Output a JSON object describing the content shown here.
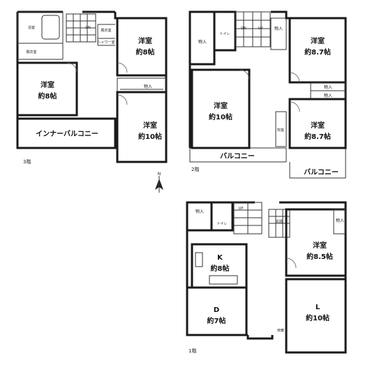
{
  "floor3": {
    "floor_label": "3階",
    "bath": "浴室",
    "dressing": "脱衣室",
    "stair_dn": "DN",
    "closet_small": "脱衣室",
    "shower": "シャワー室",
    "room_tr_label": "洋室",
    "room_tr_size": "約8帖",
    "room_left_label": "洋室",
    "room_left_size": "約8帖",
    "storage": "物入",
    "room_br_label": "洋室",
    "room_br_size": "約10帖",
    "inner_balcony": "インナーバルコニー"
  },
  "floor2": {
    "floor_label": "2階",
    "storage_tl": "物入",
    "toilet": "トイレ",
    "stair_dn": "DN",
    "stair_up": "UP",
    "storage_top": "物入",
    "room_center_label": "洋室",
    "room_center_size": "約10帖",
    "room_tr_label": "洋室",
    "room_tr_size": "約8.7帖",
    "storage_r1": "物入",
    "storage_r2": "物入",
    "room_br_label": "洋室",
    "room_br_size": "約8.7帖",
    "fukinuke": "吹抜",
    "balcony_main": "バルコニー",
    "balcony_small": "バルコニー"
  },
  "floor1": {
    "floor_label": "1階",
    "storage_tl": "物入",
    "toilet": "トイレ",
    "stair_up": "UP",
    "entrance": "玄関",
    "storage_r": "物入",
    "kitchen_label": "K",
    "kitchen_size": "約8帖",
    "room_r_label": "洋室",
    "room_r_size": "約8.5帖",
    "dining_label": "D",
    "dining_size": "約7帖",
    "living_label": "L",
    "living_size": "約10帖",
    "floor_heating": "床暖"
  },
  "compass": {
    "north": "N"
  }
}
